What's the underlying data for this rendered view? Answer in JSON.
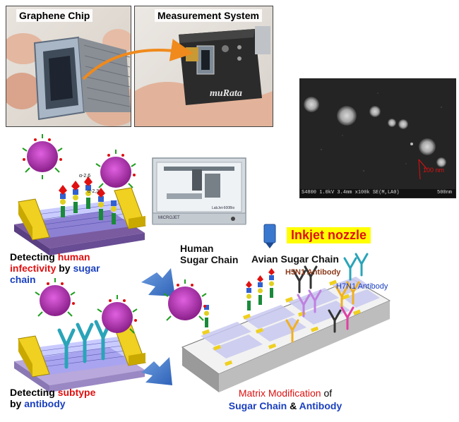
{
  "photos": {
    "chip_label": "Graphene Chip",
    "system_label": "Measurement System",
    "brand": "muRata",
    "sem_caption": "S4800 1.0kV 3.4mm x100k SE(M,LA0)",
    "sem_scale": "500nm",
    "sem_bar": "100 nm",
    "printer_brand": "MICROJET",
    "printer_model": "LabJet-600Bio"
  },
  "captions": {
    "human_line1_a": "Detecting ",
    "human_line1_b": "human",
    "human_line2_a": "infectivity",
    "human_line2_b": " by ",
    "human_line2_c": "sugar",
    "human_line3": "chain",
    "subtype_line1_a": "Detecting ",
    "subtype_line1_b": "subtype",
    "subtype_line2_a": "by ",
    "subtype_line2_b": "antibody"
  },
  "labels": {
    "inkjet": "Inkjet nozzle",
    "human_sugar_1": "Human",
    "human_sugar_2": "Sugar Chain",
    "avian_sugar": "Avian Sugar Chain",
    "h5n1": "H5N1 Antibody",
    "h7n1": "H7N1 Antibody",
    "sugar_a1": "α-2,6",
    "sugar_a2": "α-2,3"
  },
  "matrix": {
    "line1_a": "Matrix Modification",
    "line1_b": " of",
    "line2_a": "Sugar Chain",
    "line2_b": " & ",
    "line2_c": "Antibody"
  },
  "colors": {
    "red": "#e01010",
    "blue": "#1a3fbf",
    "inkjet_bg": "#ffff00",
    "h5n1": "#8b3a1a",
    "h7n1": "#1a3fbf"
  }
}
